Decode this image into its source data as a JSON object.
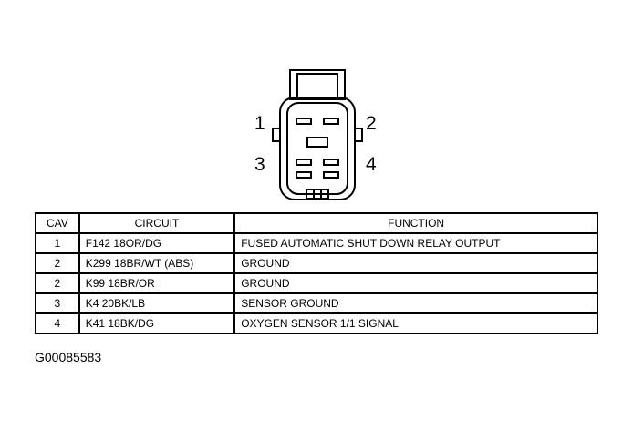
{
  "connector": {
    "pin_labels": [
      "1",
      "2",
      "3",
      "4"
    ]
  },
  "table": {
    "headers": {
      "cav": "CAV",
      "circuit": "CIRCUIT",
      "function": "FUNCTION"
    },
    "rows": [
      {
        "cav": "1",
        "circuit": "F142 18OR/DG",
        "function": "FUSED AUTOMATIC SHUT DOWN RELAY OUTPUT"
      },
      {
        "cav": "2",
        "circuit": "K299 18BR/WT (ABS)",
        "function": "GROUND"
      },
      {
        "cav": "2",
        "circuit": "K99 18BR/OR",
        "function": "GROUND"
      },
      {
        "cav": "3",
        "circuit": "K4 20BK/LB",
        "function": "SENSOR GROUND"
      },
      {
        "cav": "4",
        "circuit": "K41 18BK/DG",
        "function": "OXYGEN SENSOR 1/1 SIGNAL"
      }
    ]
  },
  "figure_id": "G00085583"
}
